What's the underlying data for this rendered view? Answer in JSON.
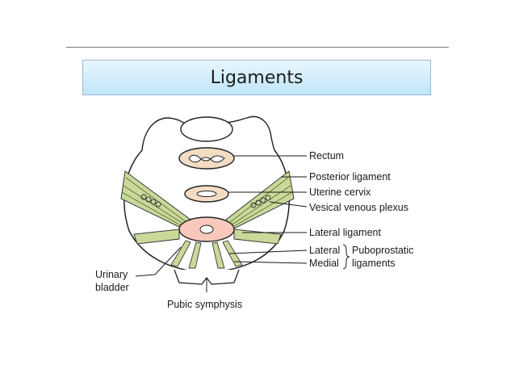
{
  "slide": {
    "title": "Ligaments"
  },
  "labels": {
    "rectum": "Rectum",
    "posterior_ligament": "Posterior ligament",
    "uterine_cervix": "Uterine cervix",
    "vesical_venous_plexus": "Vesical venous plexus",
    "lateral_ligament": "Lateral ligament",
    "lateral": "Lateral",
    "medial": "Medial",
    "puboprostatic_1": "Puboprostatic",
    "puboprostatic_2": "ligaments",
    "urinary_1": "Urinary",
    "urinary_2": "bladder",
    "pubic_symphysis": "Pubic symphysis"
  },
  "colors": {
    "ligament": "#c9d99a",
    "cervix": "#f3dcc4",
    "bladder": "#f8c8bc",
    "title_bg": "#cdeaf8"
  }
}
